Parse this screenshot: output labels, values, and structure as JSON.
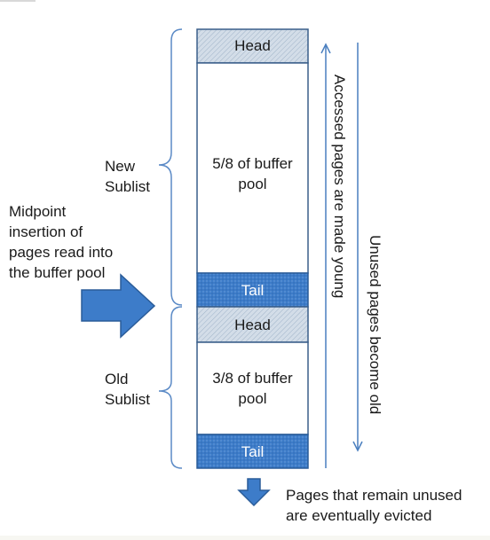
{
  "labels": {
    "new_sublist_line1": "New",
    "new_sublist_line2": "Sublist",
    "old_sublist_line1": "Old",
    "old_sublist_line2": "Sublist",
    "midpoint_line1": "Midpoint",
    "midpoint_line2": "insertion of",
    "midpoint_line3": "pages read into",
    "midpoint_line4": "the buffer pool",
    "evicted_line1": "Pages that remain unused",
    "evicted_line2": "are eventually evicted",
    "accessed_arrow": "Accessed pages are made young",
    "unused_arrow": "Unused pages become old"
  },
  "new_sublist": {
    "head": "Head",
    "body_line1": "5/8 of buffer",
    "body_line2": "pool",
    "tail": "Tail"
  },
  "old_sublist": {
    "head": "Head",
    "body_line1": "3/8 of buffer",
    "body_line2": "pool",
    "tail": "Tail"
  },
  "colors": {
    "blue": "#3d7cc9",
    "blue_dark": "#2a5c99",
    "head_fill": "#c9d6e3",
    "line": "#4a7fbf"
  }
}
